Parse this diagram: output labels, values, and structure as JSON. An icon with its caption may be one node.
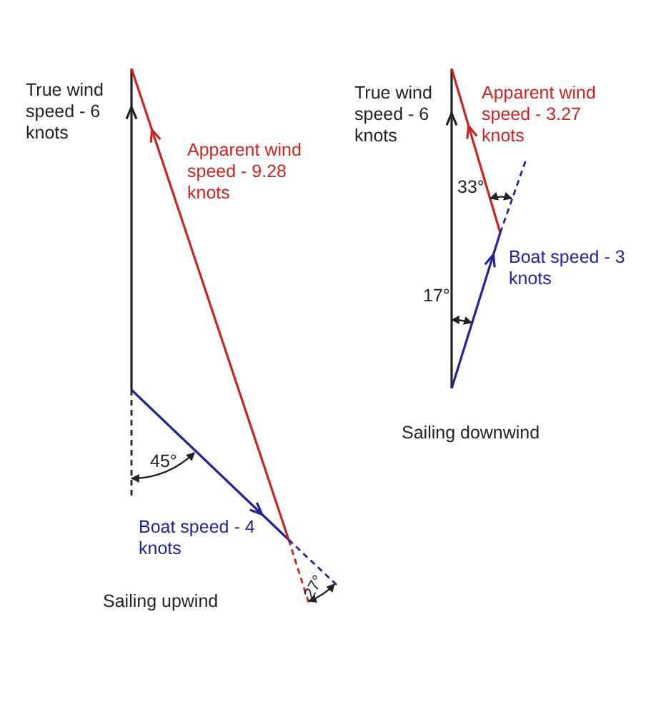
{
  "diagram": {
    "labels": [
      "True wind speed - 6 knots",
      "Apparent wind speed - 9.28 knots",
      "True wind speed - 6 knots",
      "Apparent wind speed - 3.27 knots",
      "33°",
      "Boat speed - 3 knots",
      "17°",
      "Sailing downwind",
      "45°",
      "Boat speed - 4 knots",
      "Sailing upwind",
      "27°"
    ]
  }
}
